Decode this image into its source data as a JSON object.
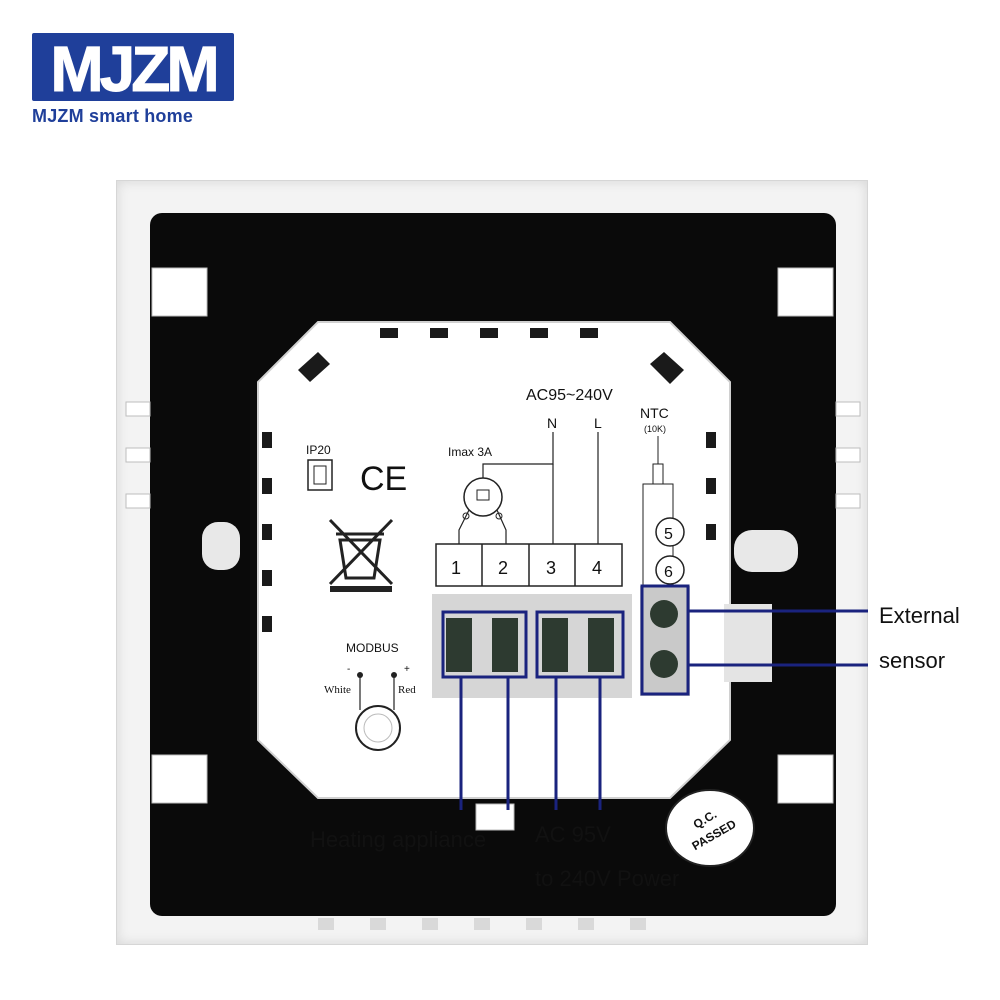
{
  "brand": {
    "logo_mark": "MJZM",
    "caption": "MJZM smart home",
    "color": "#1f3f9a"
  },
  "device": {
    "rating_ip": "IP20",
    "ce_mark": "CE",
    "current": "Imax 3A",
    "voltage": "AC95~240V",
    "neutral": "N",
    "live": "L",
    "ntc": "NTC",
    "ntc_value": "(10K)",
    "terminals": [
      "1",
      "2",
      "3",
      "4"
    ],
    "sensor_terminals": [
      "5",
      "6"
    ],
    "modbus": "MODBUS",
    "modbus_minus": "-",
    "modbus_plus": "+",
    "modbus_white": "White",
    "modbus_red": "Red",
    "qc_line1": "Q.C.",
    "qc_line2": "PASSED"
  },
  "annotations": {
    "external_1": "External",
    "external_2": "sensor",
    "heating": "Heating appliance",
    "power_1": "AC 95V",
    "power_2": "to 240V Power",
    "line_color": "#1a237e"
  }
}
